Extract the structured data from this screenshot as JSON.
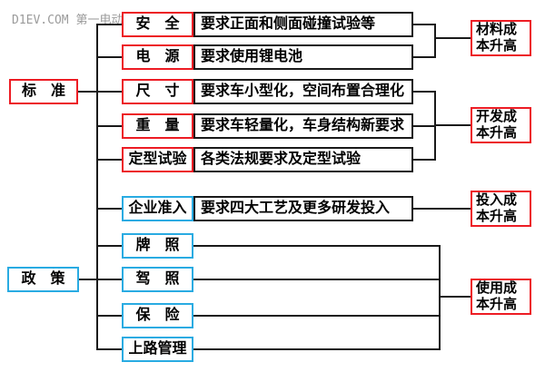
{
  "watermark": "D1EV.COM 第一电动",
  "colors": {
    "red": "#ed1c24",
    "blue": "#29abe2",
    "line": "#1a1a1a",
    "text": "#000000",
    "watermark": "#9b9b9b",
    "bg": "#ffffff"
  },
  "categories": {
    "standard": {
      "label": "标　准"
    },
    "policy": {
      "label": "政　策"
    }
  },
  "rows": [
    {
      "label": "安　全",
      "desc": "要求正面和侧面碰撞试验等"
    },
    {
      "label": "电　源",
      "desc": "要求使用锂电池"
    },
    {
      "label": "尺　寸",
      "desc": "要求车小型化，空间布置合理化"
    },
    {
      "label": "重　量",
      "desc": "要求车轻量化，车身结构新要求"
    },
    {
      "label": "定型试验",
      "desc": "各类法规要求及定型试验"
    },
    {
      "label": "企业准入",
      "desc": "要求四大工艺及更多研发投入"
    },
    {
      "label": "牌　照"
    },
    {
      "label": "驾　照"
    },
    {
      "label": "保　险"
    },
    {
      "label": "上路管理"
    }
  ],
  "costs": [
    {
      "label": "材料成本升高"
    },
    {
      "label": "开发成本升高"
    },
    {
      "label": "投入成本升高"
    },
    {
      "label": "使用成本升高"
    }
  ]
}
